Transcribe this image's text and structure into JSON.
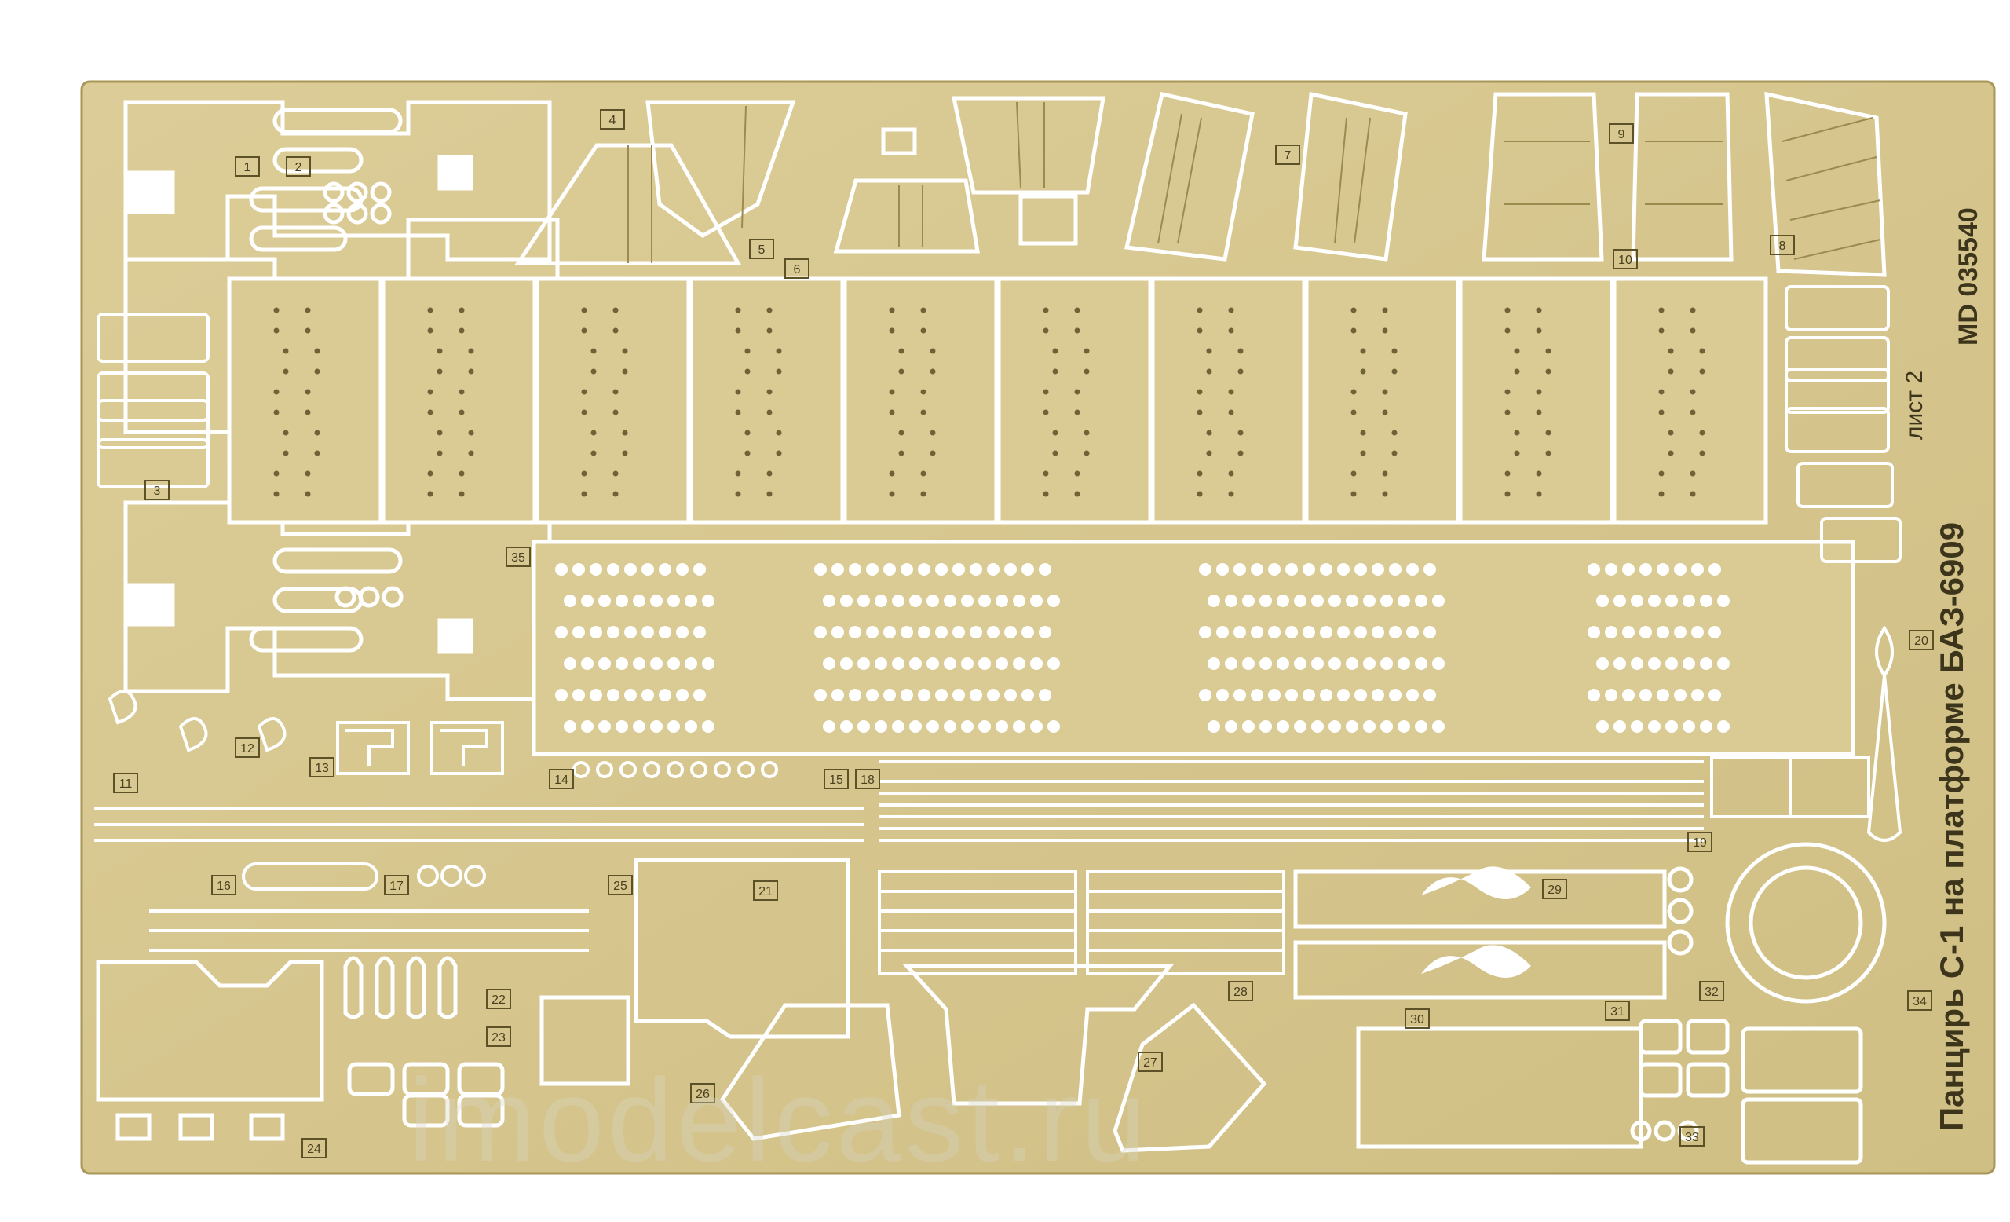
{
  "fret": {
    "title": "Панцирь С-1 на платформе БАЗ-6909",
    "sheet": "лист 2",
    "code": "MD 035540",
    "part_numbers": [
      "1",
      "2",
      "3",
      "4",
      "5",
      "6",
      "7",
      "8",
      "9",
      "10",
      "11",
      "12",
      "13",
      "14",
      "15",
      "16",
      "17",
      "18",
      "19",
      "20",
      "21",
      "22",
      "23",
      "24",
      "25",
      "26",
      "27",
      "28",
      "29",
      "30",
      "31",
      "32",
      "33",
      "34",
      "35"
    ]
  },
  "watermark": "imodelcast.ru",
  "colors": {
    "brass": "#d9ca93",
    "brass_dark": "#b7a669",
    "background": "#ffffff",
    "engraving": "#8f7f45"
  }
}
